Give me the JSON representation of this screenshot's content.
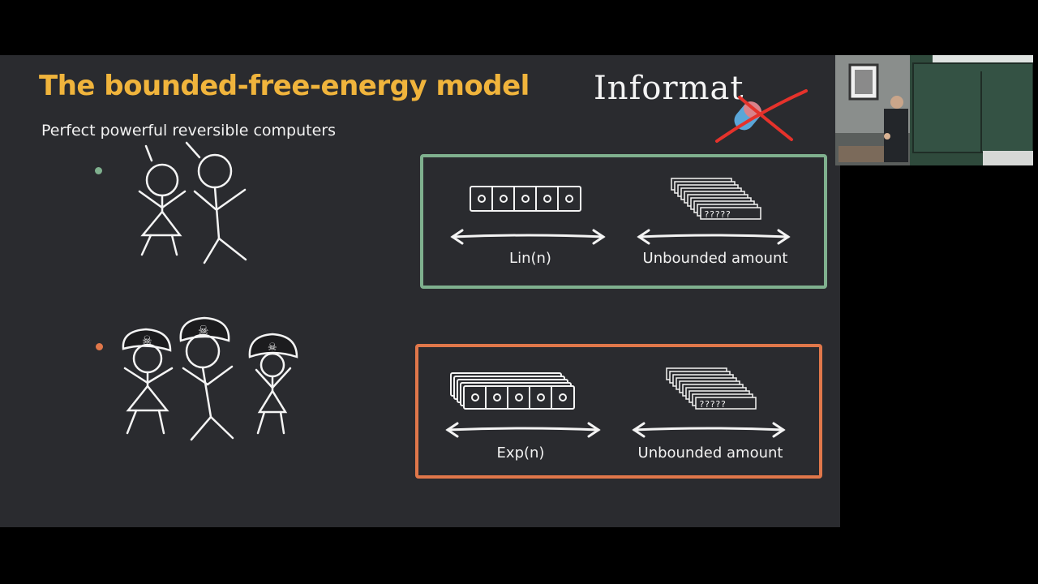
{
  "slide": {
    "title": "The bounded-free-energy model",
    "subtitle": "Perfect powerful reversible computers",
    "annotation": "Informat",
    "rows": [
      {
        "bullet_color": "#7fb08e",
        "box_color": "#7fb08e",
        "left_label": "Lin(n)",
        "right_label": "Unbounded amount",
        "figures": 2,
        "hats": false
      },
      {
        "bullet_color": "#e0774a",
        "box_color": "#e0774a",
        "left_label": "Exp(n)",
        "right_label": "Unbounded amount",
        "figures": 3,
        "hats": true
      }
    ],
    "icons": {
      "register": "register-of-bits-icon",
      "stack": "stacked-unknown-registers-icon",
      "arrow": "double-headed-arrow-icon",
      "cross": "cross-out-icon",
      "pill": "pill-icon"
    },
    "colors": {
      "title": "#f0b43c",
      "background": "#2a2b2f",
      "text": "#f2f2f2",
      "cross": "#e5322b",
      "pill_blue": "#5aa6d8"
    }
  },
  "webcam": {
    "description_icon": "presenter-video-feed"
  }
}
